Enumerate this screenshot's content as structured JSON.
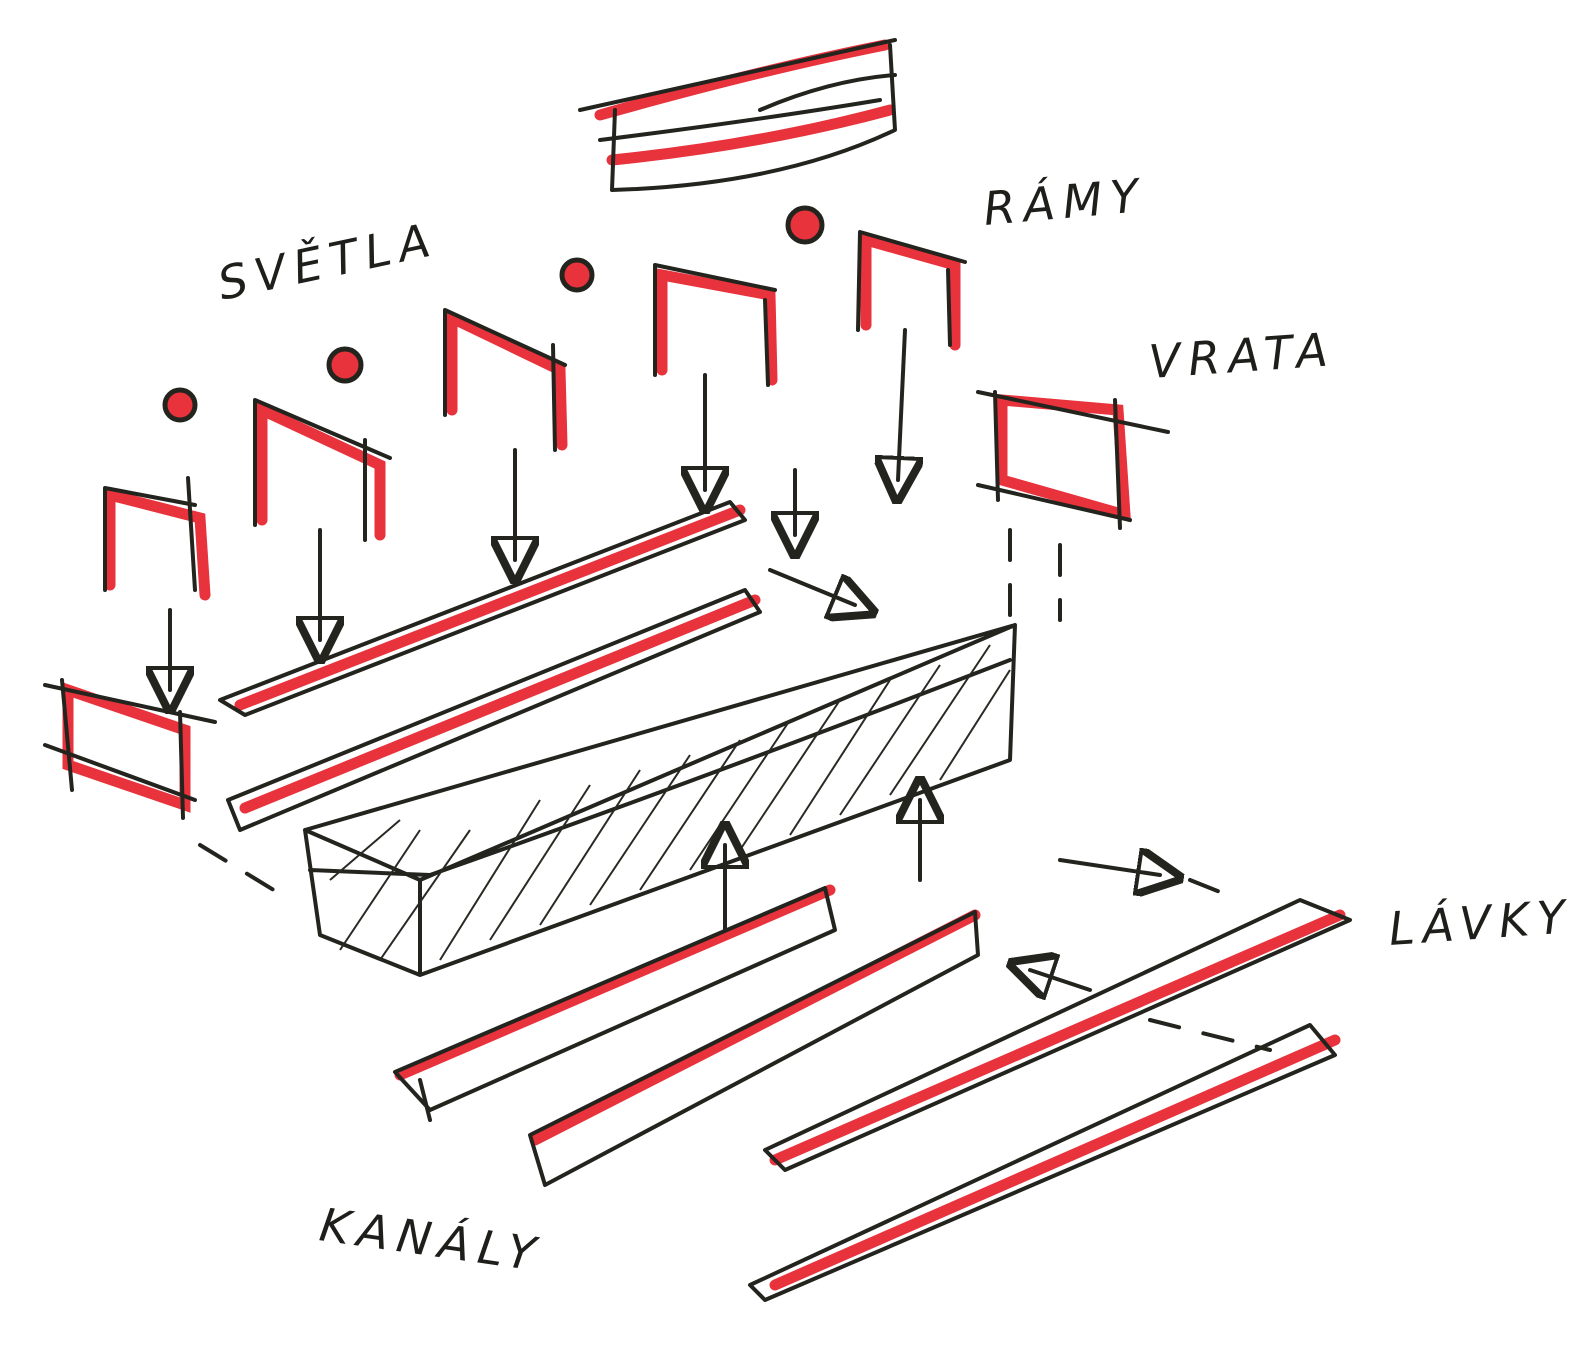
{
  "labels": {
    "lights": "SVĚTLA",
    "frames": "RÁMY",
    "gates": "VRATA",
    "footbridges": "LÁVKY",
    "channels": "KANÁLY"
  },
  "colors": {
    "ink": "#24241f",
    "accent": "#e8323c",
    "paper": "#ffffff"
  }
}
